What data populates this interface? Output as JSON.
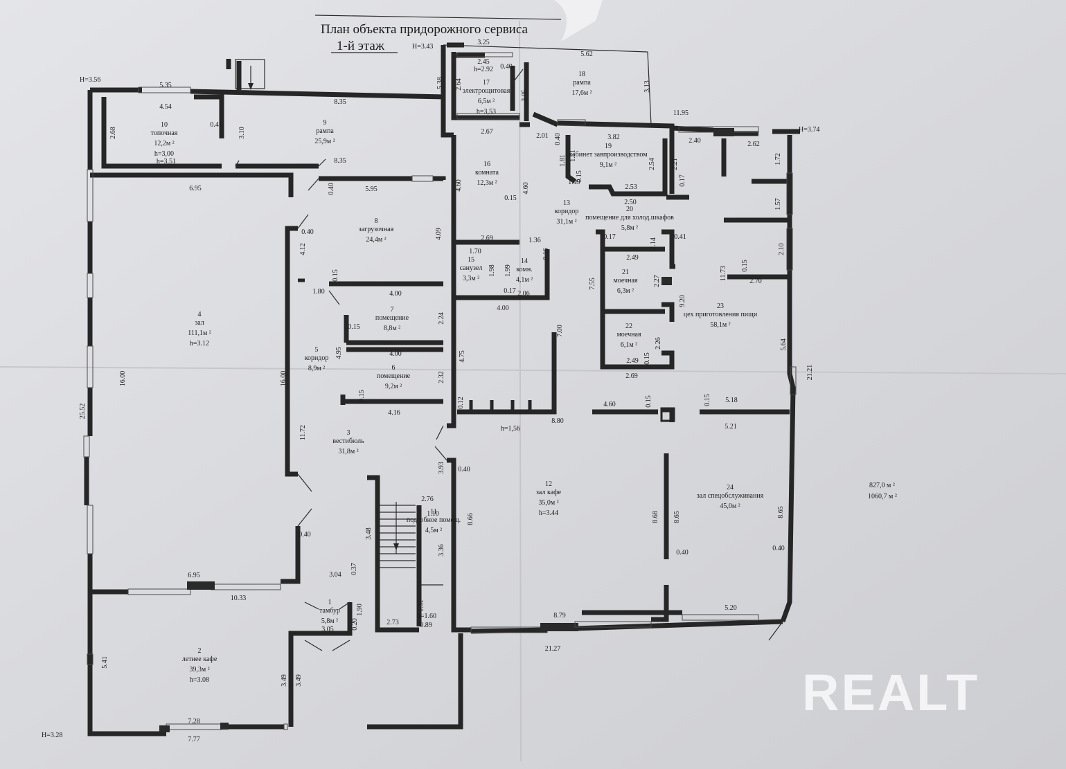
{
  "title": {
    "line1": "План объекта придорожного сервиса",
    "line2": "1-й этаж"
  },
  "heights": {
    "h_top_left": "H=3.56",
    "h_top_mid": "H=3.43",
    "h_right": "H=3.74",
    "h_bottom_left": "H=3.28"
  },
  "totals": {
    "area1": "827,0 м ²",
    "area2": "1060,7 м ²"
  },
  "watermark": "REALT",
  "rooms": [
    {
      "num": "1",
      "name": "тамбур",
      "area": "5,8м ²"
    },
    {
      "num": "2",
      "name": "летнее кафе",
      "area": "39,3м ²",
      "h": "h=3.08"
    },
    {
      "num": "3",
      "name": "вестибюль",
      "area": "31,8м ²"
    },
    {
      "num": "4",
      "name": "зал",
      "area": "111,1м ²",
      "h": "h=3.12"
    },
    {
      "num": "5",
      "name": "коридор",
      "area": "8,9м ²"
    },
    {
      "num": "6",
      "name": "помещение",
      "area": "9,2м ²"
    },
    {
      "num": "7",
      "name": "помещение",
      "area": "8,8м ²"
    },
    {
      "num": "8",
      "name": "загрузочная",
      "area": "24,4м ²"
    },
    {
      "num": "9",
      "name": "рампа",
      "area": "25,9м ²"
    },
    {
      "num": "10",
      "name": "топочная",
      "area": "12,2м ²",
      "h": "h=3,00"
    },
    {
      "num": "11",
      "name": "подсобное помещ.",
      "area": "4,5м ²"
    },
    {
      "num": "12",
      "name": "зал кафе",
      "area": "35,0м ²",
      "h": "h=3.44"
    },
    {
      "num": "13",
      "name": "коридор",
      "area": "31,1м ²"
    },
    {
      "num": "14",
      "name": "комн.",
      "area": "4,1м ²"
    },
    {
      "num": "15",
      "name": "санузел",
      "area": "3,3м ²"
    },
    {
      "num": "16",
      "name": "комната",
      "area": "12,3м ²"
    },
    {
      "num": "17",
      "name": "электрощитовая",
      "area": "6,5м ²",
      "h": "h=3,53"
    },
    {
      "num": "18",
      "name": "рампа",
      "area": "17,6м ²"
    },
    {
      "num": "19",
      "name": "кабинет завпроизводством",
      "area": "9,1м ²"
    },
    {
      "num": "20",
      "name": "помещение для холод.шкафов",
      "area": "5,8м ²"
    },
    {
      "num": "21",
      "name": "моечная",
      "area": "6,3м ²"
    },
    {
      "num": "22",
      "name": "моечная",
      "area": "6,1м ²"
    },
    {
      "num": "23",
      "name": "цех приготовления пищи",
      "area": "58,1м ²"
    },
    {
      "num": "24",
      "name": "зал спецобслуживания",
      "area": "45,0м ²"
    }
  ],
  "dims": [
    "5.35",
    "4.54",
    "8.35",
    "2.68",
    "0.41",
    "3.10",
    "h=3.51",
    "8.35",
    "6.95",
    "0.40",
    "5.95",
    "0.40",
    "4.12",
    "0.15",
    "1.80",
    "16.00",
    "16.00",
    "25.52",
    "11.72",
    "4.95",
    "0.15",
    "4.00",
    "2.24",
    "4.00",
    "2.32",
    "0.15",
    "4.16",
    "4.09",
    "2.69",
    "1.70",
    "1.98",
    "1.99",
    "1.36",
    "0.16",
    "0.17",
    "2.06",
    "4.00",
    "4.75",
    "0.12",
    "8.80",
    "h=1,56",
    "3.93",
    "0.40",
    "8.66",
    "2.76",
    "1.10",
    "3.48",
    "3.36",
    "0.37",
    "3.04",
    "0.40",
    "6.95",
    "10.33",
    "1.90",
    "0.20",
    "3.05",
    "2.73",
    "1.51",
    "h=1.60",
    "0.89",
    "5.41",
    "3.49",
    "3.49",
    "7.28",
    "7.77",
    "8.79",
    "21.27",
    "5.20",
    "8.68",
    "8.65",
    "0.40",
    "8.65",
    "0.40",
    "5.21",
    "5.18",
    "0.15",
    "4.60",
    "0.15",
    "2.69",
    "2.49",
    "0.15",
    "2.26",
    "9.20",
    "11.73",
    "0.15",
    "2.70",
    "2.10",
    "1.57",
    "1.72",
    "5.64",
    "21.21",
    "2.49",
    "2.27",
    "7.55",
    "0.17",
    "2.14",
    "0.41",
    "2.50",
    "2.53",
    "2.54",
    "2.21",
    "0.17",
    "2.40",
    "2.62",
    "3.82",
    "2.01",
    "0.40",
    "1.71",
    "1.81",
    "1.49",
    "0.15",
    "2.67",
    "4.60",
    "4.60",
    "0.15",
    "3.25",
    "2.45",
    "h=2.92",
    "0.40",
    "2.64",
    "5.38",
    "3.05",
    "5.62",
    "3.13",
    "11.95",
    "7.00"
  ]
}
